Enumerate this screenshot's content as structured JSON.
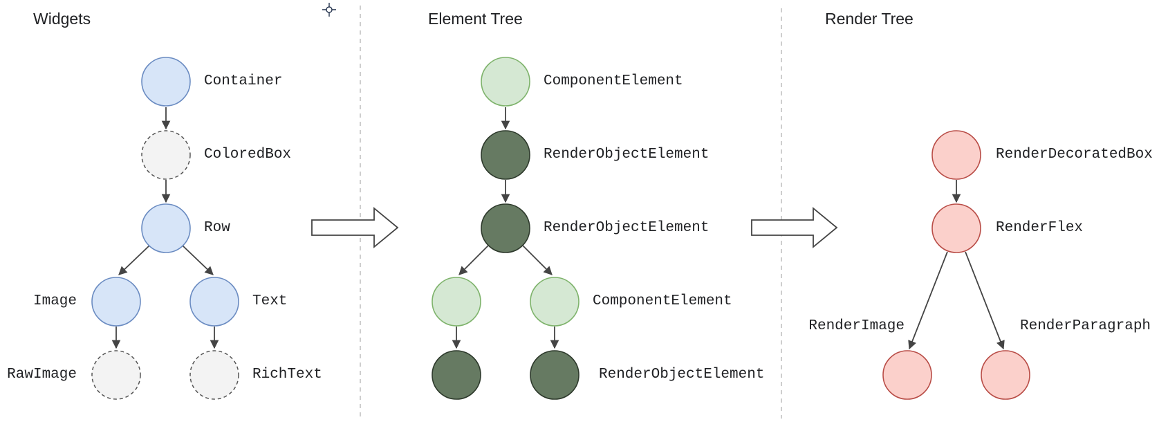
{
  "sections": [
    {
      "id": "widgets",
      "title": "Widgets"
    },
    {
      "id": "element",
      "title": "Element Tree"
    },
    {
      "id": "render",
      "title": "Render Tree"
    }
  ],
  "widgets": {
    "container": "Container",
    "colored_box": "ColoredBox",
    "row": "Row",
    "image": "Image",
    "text": "Text",
    "raw_image": "RawImage",
    "rich_text": "RichText"
  },
  "element_tree": {
    "component_element_top": "ComponentElement",
    "render_object_element_1": "RenderObjectElement",
    "render_object_element_2": "RenderObjectElement",
    "component_element_children": "ComponentElement",
    "render_object_element_leaves": "RenderObjectElement"
  },
  "render_tree": {
    "decorated_box": "RenderDecoratedBox",
    "flex": "RenderFlex",
    "image": "RenderImage",
    "paragraph": "RenderParagraph"
  },
  "colors": {
    "widget_fill": "#d7e5f8",
    "widget_stroke": "#6b8cc2",
    "proxy_fill": "#f3f3f3",
    "proxy_stroke": "#555555",
    "component_fill": "#d5e8d3",
    "component_stroke": "#7eb36b",
    "render_object_fill": "#667a62",
    "render_object_stroke": "#2e3a2c",
    "render_fill": "#fbd0cb",
    "render_stroke": "#b94d47",
    "edge": "#444444",
    "divider": "#bdbdbd"
  },
  "icons": [
    "crosshair-icon",
    "transform-arrow-icon"
  ]
}
